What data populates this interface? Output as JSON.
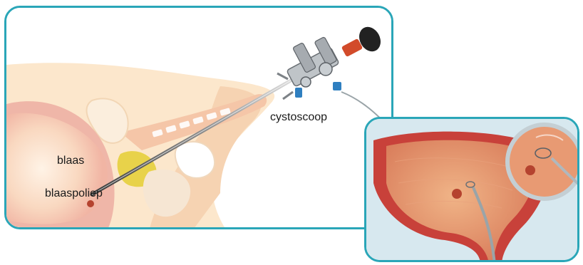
{
  "labels": {
    "blaas": "blaas",
    "blaaspoliep": "blaaspoliep",
    "cystoscoop": "cystoscoop"
  },
  "colors": {
    "frame": "#2aa6b8",
    "skin": "#fbe3c4",
    "tissue": "#f3c4a4",
    "bladder_wall": "#e9a6a0",
    "bladder_inside": "#f8d3bf",
    "prostate": "#e8d24a",
    "polyp": "#b5432f",
    "inset_bg": "#d5e7ee",
    "inset_wall": "#c8413a",
    "inset_inside": "#e4966e"
  },
  "icons": [
    "cystoscope-instrument",
    "magnifier-lens",
    "wire-loop"
  ]
}
